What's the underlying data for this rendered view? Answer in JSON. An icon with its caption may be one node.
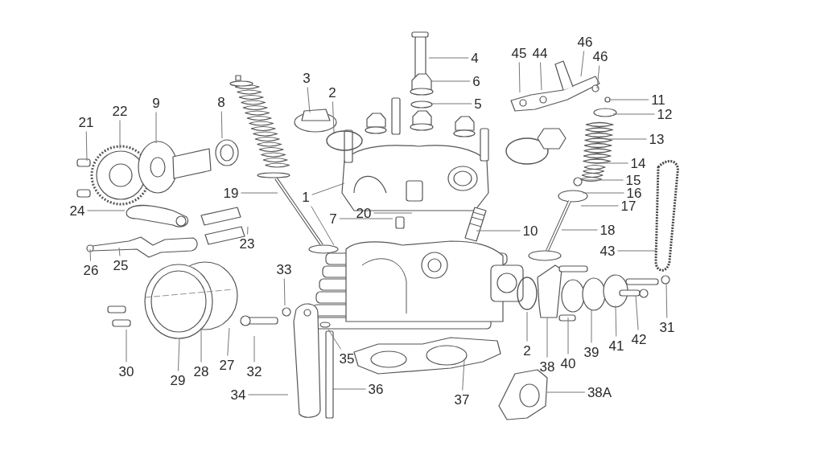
{
  "diagram": {
    "nodes": [
      {
        "text": [
          "4"
        ]
      },
      {
        "text": [
          "46"
        ]
      },
      {
        "text": [
          "45"
        ]
      },
      {
        "text": [
          "44"
        ]
      },
      {
        "text": [
          "46"
        ]
      },
      {
        "text": [
          "3"
        ]
      },
      {
        "text": [
          "6"
        ]
      },
      {
        "text": [
          "2"
        ]
      },
      {
        "text": [
          "11"
        ]
      },
      {
        "text": [
          "9"
        ]
      },
      {
        "text": [
          "8"
        ]
      },
      {
        "text": [
          "5"
        ]
      },
      {
        "text": [
          "22"
        ]
      },
      {
        "text": [
          "12"
        ]
      },
      {
        "text": [
          "21"
        ]
      },
      {
        "text": [
          "13"
        ]
      },
      {
        "text": [
          "14"
        ]
      },
      {
        "text": [
          "15"
        ]
      },
      {
        "text": [
          "19"
        ]
      },
      {
        "text": [
          "16"
        ]
      },
      {
        "text": [
          "1"
        ]
      },
      {
        "text": [
          "17"
        ]
      },
      {
        "text": [
          "24"
        ]
      },
      {
        "text": [
          "20"
        ]
      },
      {
        "text": [
          "7"
        ]
      },
      {
        "text": [
          "10"
        ]
      },
      {
        "text": [
          "18"
        ]
      },
      {
        "text": [
          "23"
        ]
      },
      {
        "text": [
          "43"
        ]
      },
      {
        "text": [
          "26"
        ]
      },
      {
        "text": [
          "25"
        ]
      },
      {
        "text": [
          "33"
        ]
      },
      {
        "text": [
          "31"
        ]
      },
      {
        "text": [
          "42"
        ]
      },
      {
        "text": [
          "2"
        ]
      },
      {
        "text": [
          "41"
        ]
      },
      {
        "text": [
          "39"
        ]
      },
      {
        "text": [
          "35"
        ]
      },
      {
        "text": [
          "40"
        ]
      },
      {
        "text": [
          "27"
        ]
      },
      {
        "text": [
          "38"
        ]
      },
      {
        "text": [
          "30"
        ]
      },
      {
        "text": [
          "32"
        ]
      },
      {
        "text": [
          "28"
        ]
      },
      {
        "text": [
          "29"
        ]
      },
      {
        "text": [
          "36"
        ]
      },
      {
        "text": [
          "38A"
        ]
      },
      {
        "text": [
          "34"
        ]
      },
      {
        "text": [
          "37"
        ]
      }
    ],
    "edges": [
      {
        "from": 0,
        "to": null,
        "arrow": "none"
      },
      {
        "from": 1,
        "to": null,
        "arrow": "none"
      },
      {
        "from": 2,
        "to": null,
        "arrow": "none"
      },
      {
        "from": 3,
        "to": null,
        "arrow": "none"
      },
      {
        "from": 4,
        "to": null,
        "arrow": "none"
      },
      {
        "from": 5,
        "to": null,
        "arrow": "none"
      },
      {
        "from": 6,
        "to": null,
        "arrow": "none"
      },
      {
        "from": 7,
        "to": null,
        "arrow": "none"
      },
      {
        "from": 8,
        "to": null,
        "arrow": "none"
      },
      {
        "from": 9,
        "to": null,
        "arrow": "none"
      },
      {
        "from": 10,
        "to": null,
        "arrow": "none"
      },
      {
        "from": 11,
        "to": null,
        "arrow": "none"
      },
      {
        "from": 12,
        "to": null,
        "arrow": "none"
      },
      {
        "from": 13,
        "to": null,
        "arrow": "none"
      },
      {
        "from": 14,
        "to": null,
        "arrow": "none"
      },
      {
        "from": 15,
        "to": null,
        "arrow": "none"
      },
      {
        "from": 16,
        "to": null,
        "arrow": "none"
      },
      {
        "from": 17,
        "to": null,
        "arrow": "none"
      },
      {
        "from": 18,
        "to": null,
        "arrow": "none"
      },
      {
        "from": 19,
        "to": null,
        "arrow": "none"
      },
      {
        "from": 20,
        "to": null,
        "arrow": "none"
      },
      {
        "from": 20,
        "to": null,
        "arrow": "none"
      },
      {
        "from": 21,
        "to": null,
        "arrow": "none"
      },
      {
        "from": 22,
        "to": null,
        "arrow": "none"
      },
      {
        "from": 23,
        "to": null,
        "arrow": "none"
      },
      {
        "from": 24,
        "to": null,
        "arrow": "none"
      },
      {
        "from": 25,
        "to": null,
        "arrow": "none"
      },
      {
        "from": 26,
        "to": null,
        "arrow": "none"
      },
      {
        "from": 27,
        "to": null,
        "arrow": "none"
      },
      {
        "from": 28,
        "to": null,
        "arrow": "none"
      },
      {
        "from": 29,
        "to": null,
        "arrow": "none"
      },
      {
        "from": 30,
        "to": null,
        "arrow": "none"
      },
      {
        "from": 31,
        "to": null,
        "arrow": "none"
      },
      {
        "from": 32,
        "to": null,
        "arrow": "none"
      },
      {
        "from": 33,
        "to": null,
        "arrow": "none"
      },
      {
        "from": 34,
        "to": null,
        "arrow": "none"
      },
      {
        "from": 35,
        "to": null,
        "arrow": "none"
      },
      {
        "from": 36,
        "to": null,
        "arrow": "none"
      },
      {
        "from": 37,
        "to": null,
        "arrow": "none"
      },
      {
        "from": 38,
        "to": null,
        "arrow": "none"
      },
      {
        "from": 39,
        "to": null,
        "arrow": "none"
      },
      {
        "from": 40,
        "to": null,
        "arrow": "none"
      },
      {
        "from": 41,
        "to": null,
        "arrow": "none"
      },
      {
        "from": 42,
        "to": null,
        "arrow": "none"
      },
      {
        "from": 43,
        "to": null,
        "arrow": "none"
      },
      {
        "from": 44,
        "to": null,
        "arrow": "none"
      },
      {
        "from": 45,
        "to": null,
        "arrow": "none"
      },
      {
        "from": 46,
        "to": null,
        "arrow": "none"
      },
      {
        "from": 47,
        "to": null,
        "arrow": "none"
      },
      {
        "from": 48,
        "to": null,
        "arrow": "none"
      }
    ]
  }
}
